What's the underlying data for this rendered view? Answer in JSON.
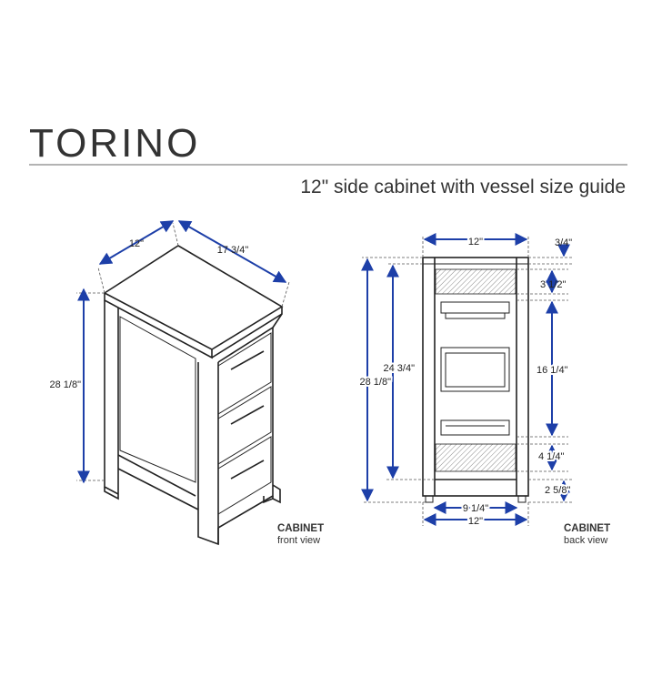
{
  "title": "TORINO",
  "subtitle": "12\" side cabinet with vessel size guide",
  "colors": {
    "dimension_line": "#1d3fa8",
    "ink": "#222222",
    "text": "#333333",
    "rule": "#9a9a9a"
  },
  "front_view": {
    "label_bold": "CABINET",
    "label_sub": "front view",
    "dims": {
      "width": "12\"",
      "depth": "17 3/4\"",
      "height": "28 1/8\""
    }
  },
  "back_view": {
    "label_bold": "CABINET",
    "label_sub": "back view",
    "dims": {
      "top_width": "12\"",
      "top_thickness": "3/4\"",
      "upper_gap": "3 1/2\"",
      "middle_gap": "16 1/4\"",
      "lower_gap": "4 1/4\"",
      "toe_height": "2 5/8\"",
      "inner_height": "24 3/4\"",
      "total_height": "28 1/8\"",
      "leg_spacing": "9 1/4\"",
      "bottom_width": "12\""
    }
  }
}
